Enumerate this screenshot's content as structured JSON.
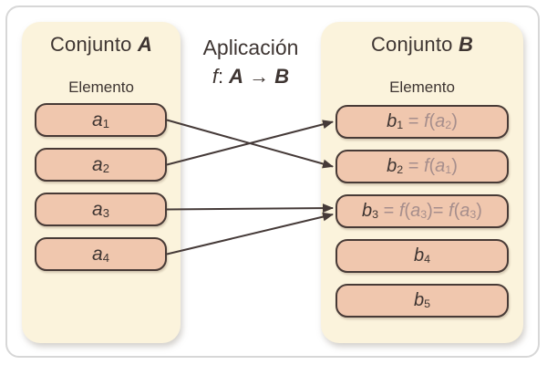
{
  "colors": {
    "panel_fill": "#FBF3DC",
    "pill_fill": "#F0C7AE",
    "pill_border": "#473A36",
    "text_dark": "#3E3532",
    "text_light": "#A68E8C",
    "arrow": "#453A38",
    "frame_border": "#D7D7D7"
  },
  "diagram": {
    "mapping": {
      "title": "Aplicación",
      "formula": [
        {
          "t": "f",
          "i": true
        },
        {
          "t": ": "
        },
        {
          "t": "A",
          "b": true,
          "i": true
        },
        {
          "t": " → "
        },
        {
          "t": "B",
          "b": true,
          "i": true
        }
      ]
    },
    "set_a": {
      "title": [
        {
          "t": "Conjunto "
        },
        {
          "t": "A",
          "b": true,
          "i": true
        }
      ],
      "subtitle": "Elemento",
      "items": [
        {
          "id": "a1",
          "label": [
            {
              "t": "a",
              "i": true
            },
            {
              "t": "1",
              "s": true
            }
          ]
        },
        {
          "id": "a2",
          "label": [
            {
              "t": "a",
              "i": true
            },
            {
              "t": "2",
              "s": true
            }
          ]
        },
        {
          "id": "a3",
          "label": [
            {
              "t": "a",
              "i": true
            },
            {
              "t": "3",
              "s": true
            }
          ]
        },
        {
          "id": "a4",
          "label": [
            {
              "t": "a",
              "i": true
            },
            {
              "t": "4",
              "s": true
            }
          ]
        }
      ]
    },
    "set_b": {
      "title": [
        {
          "t": "Conjunto "
        },
        {
          "t": "B",
          "b": true,
          "i": true
        }
      ],
      "subtitle": "Elemento",
      "items": [
        {
          "id": "b1",
          "label": [
            {
              "t": "b",
              "i": true
            },
            {
              "t": "1",
              "s": true
            },
            {
              "t": " = ",
              "l": true
            },
            {
              "t": "f",
              "i": true,
              "l": true
            },
            {
              "t": "(",
              "l": true
            },
            {
              "t": "a",
              "i": true,
              "l": true
            },
            {
              "t": "2",
              "s": true,
              "l": true
            },
            {
              "t": ")",
              "l": true
            }
          ]
        },
        {
          "id": "b2",
          "label": [
            {
              "t": "b",
              "i": true
            },
            {
              "t": "2",
              "s": true
            },
            {
              "t": " = ",
              "l": true
            },
            {
              "t": "f",
              "i": true,
              "l": true
            },
            {
              "t": "(",
              "l": true
            },
            {
              "t": "a",
              "i": true,
              "l": true
            },
            {
              "t": "1",
              "s": true,
              "l": true
            },
            {
              "t": ")",
              "l": true
            }
          ]
        },
        {
          "id": "b3",
          "label": [
            {
              "t": "b",
              "i": true
            },
            {
              "t": "3",
              "s": true
            },
            {
              "t": " = ",
              "l": true
            },
            {
              "t": "f",
              "i": true,
              "l": true
            },
            {
              "t": "(",
              "l": true
            },
            {
              "t": "a",
              "i": true,
              "l": true
            },
            {
              "t": "3",
              "s": true,
              "l": true
            },
            {
              "t": ")= ",
              "l": true
            },
            {
              "t": "f",
              "i": true,
              "l": true
            },
            {
              "t": "(",
              "l": true
            },
            {
              "t": "a",
              "i": true,
              "l": true
            },
            {
              "t": "3",
              "s": true,
              "l": true
            },
            {
              "t": ")",
              "l": true
            }
          ]
        },
        {
          "id": "b4",
          "label": [
            {
              "t": "b",
              "i": true
            },
            {
              "t": "4",
              "s": true
            }
          ]
        },
        {
          "id": "b5",
          "label": [
            {
              "t": "b",
              "i": true
            },
            {
              "t": "5",
              "s": true
            }
          ]
        }
      ]
    },
    "arrows": [
      {
        "from": "a1",
        "to": "b2"
      },
      {
        "from": "a2",
        "to": "b1"
      },
      {
        "from": "a3",
        "to": "b3"
      },
      {
        "from": "a4",
        "to": "b3"
      }
    ]
  }
}
